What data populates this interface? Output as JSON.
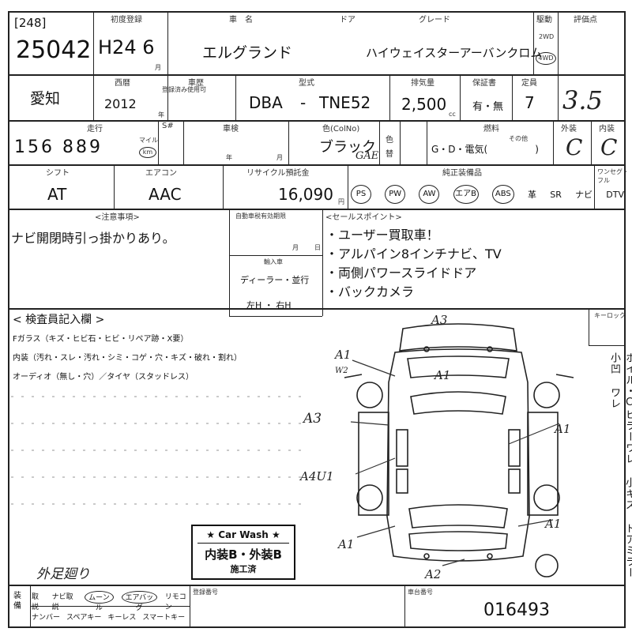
{
  "header": {
    "lot_bracket": "[248]",
    "lot_number": "25042",
    "first_reg_label": "初度登録",
    "first_reg": "H24 6",
    "first_reg_unit": "月",
    "name_label": "車　名",
    "door_label": "ドア",
    "car_name": "エルグランド",
    "grade_label": "グレード",
    "grade": "ハイウェイスターアーバンクロム",
    "drive_label": "駆動",
    "drive_2wd": "2WD",
    "drive_4wd": "4WD",
    "rating_label": "評価点",
    "rating": "3.5"
  },
  "row2": {
    "region": "愛知",
    "year_label": "西暦",
    "year": "2012",
    "year_unit": "年",
    "history_label": "車歴",
    "history_sub": "登録済み使用可",
    "model_label": "型式",
    "model_prefix": "DBA",
    "model_dash": "-",
    "model_code": "TNE52",
    "displacement_label": "排気量",
    "displacement": "2,500",
    "cc": "cc",
    "warranty_label": "保証書",
    "warranty": "有・無",
    "capacity_label": "定員",
    "capacity": "7"
  },
  "row3": {
    "mileage_label": "走行",
    "mileage": "156 889",
    "mileage_unit1": "マイル",
    "mileage_unit2": "km",
    "sn_label": "S#",
    "inspection_label": "車検",
    "inspection_unit1": "年",
    "inspection_unit2": "月",
    "color_label": "色(ColNo)",
    "color": "ブラック",
    "color_code": "GAE",
    "recolor_label1": "色",
    "recolor_label2": "替",
    "fuel_label": "燃料",
    "fuel_other": "その他",
    "fuel": "G・D・電気(　　　　　)",
    "exterior_label": "外装",
    "exterior": "C",
    "interior_label": "内装",
    "interior": "C"
  },
  "row4": {
    "shift_label": "シフト",
    "shift": "AT",
    "ac_label": "エアコン",
    "ac": "AAC",
    "recycle_label": "リサイクル預託金",
    "recycle": "16,090",
    "recycle_unit": "円",
    "equip_label": "純正装備品",
    "equip": [
      "PS",
      "PW",
      "AW",
      "エアB",
      "ABS",
      "革",
      "SR",
      "ナビ",
      "DTV"
    ],
    "misc_label": "ワンセグ・フル"
  },
  "notes": {
    "notes_label": "<注意事項>",
    "notes_text": "ナビ開閉時引っ掛かりあり。",
    "period_label": "自動車税有効期限",
    "period_month": "月",
    "period_day": "日",
    "import_label": "輸入車",
    "import_type": "ディーラー・並行",
    "steering": "左H ・ 右H",
    "sales_label": "<セールスポイント>",
    "sales_points": [
      "・ユーザー買取車！",
      "・アルパイン8インチナビ、TV",
      "・両側パワースライドドア",
      "・バックカメラ"
    ]
  },
  "inspection": {
    "title": "< 検査員記入欄 >",
    "line1": "Fガラス（キズ・ヒビ石・ヒビ・リペア跡・X要）",
    "line2": "内装（汚れ・スレ・汚れ・シミ・コゲ・穴・キズ・破れ・割れ）",
    "line3": "オーディオ（無し・穴）／タイヤ（スタッドレス）",
    "keyless_label": "キーロック",
    "right_vertical": "ホイル・Cピラーワレ 小キズ ドアミラー 小凹 ワレ"
  },
  "diagram": {
    "marks": [
      "A3",
      "A1",
      "W2",
      "A1",
      "A3",
      "A1",
      "A4U1",
      "A1",
      "A1",
      "A2"
    ],
    "car_wash_title": "★ Car Wash ★",
    "car_wash_grade": "内装B・外装B",
    "car_wash_done": "施工済",
    "handnote": "外足廻り"
  },
  "footer": {
    "equip_label": "装備",
    "equip_row1": [
      "取説",
      "ナビ取説",
      "ムーンル",
      "エアバッグ",
      "リモコン"
    ],
    "equip_row2": [
      "ナンバー",
      "スペアキー",
      "キーレス",
      "スマートキー"
    ],
    "reg_no_label": "登録番号",
    "chassis_label": "車台番号",
    "chassis_no": "016493"
  }
}
